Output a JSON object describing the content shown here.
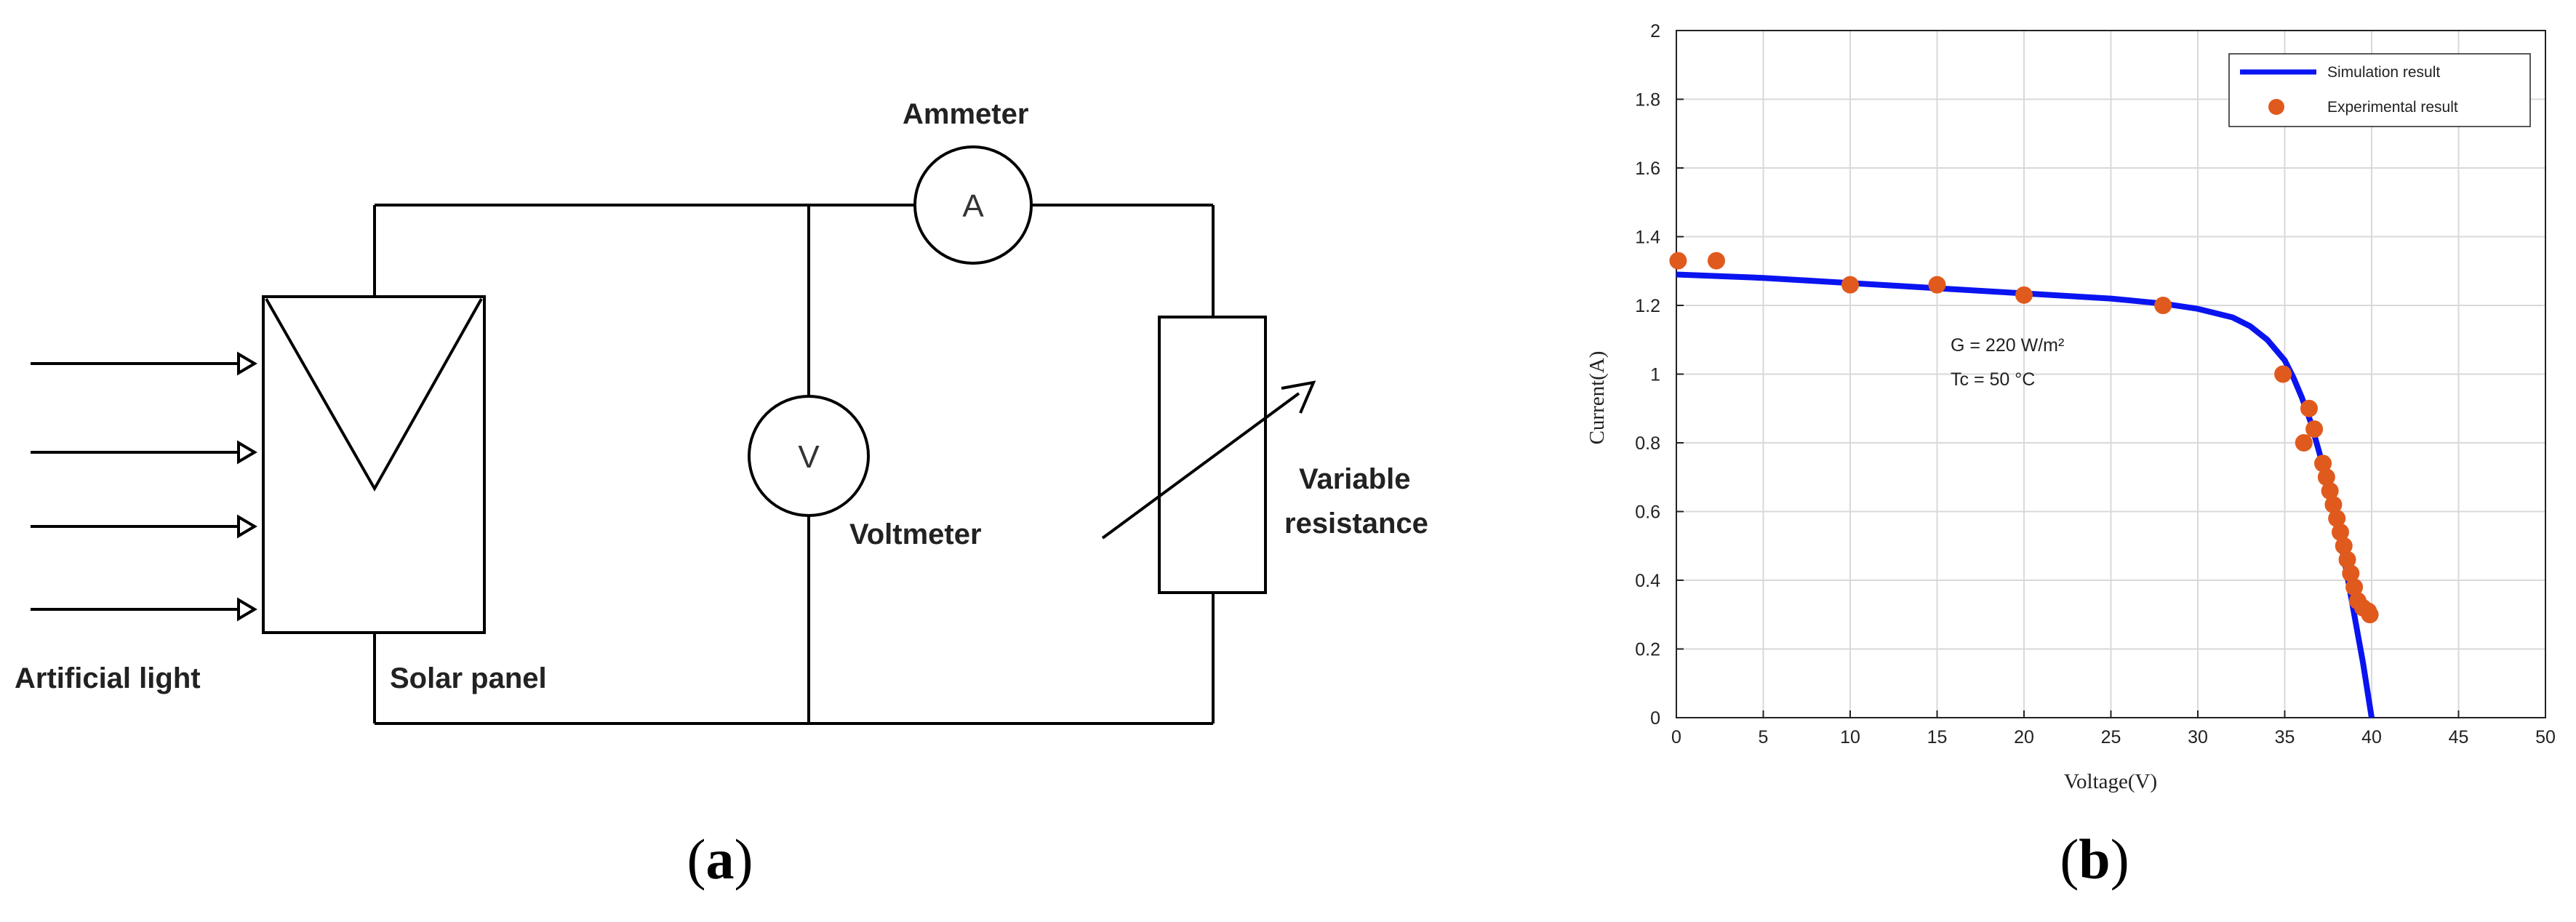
{
  "panel_a": {
    "labels": {
      "ammeter": "Ammeter",
      "voltmeter": "Voltmeter",
      "variable_resistance_line1": "Variable",
      "variable_resistance_line2": "resistance",
      "artificial_light": "Artificial light",
      "solar_panel": "Solar panel"
    },
    "meter_symbols": {
      "ammeter": "A",
      "voltmeter": "V"
    },
    "caption": {
      "open": "(",
      "letter": "a",
      "close": ")"
    }
  },
  "panel_b": {
    "caption": {
      "open": "(",
      "letter": "b",
      "close": ")"
    },
    "annotations": {
      "irradiance": "G = 220 W/m²",
      "temperature": "Tc = 50 °C"
    },
    "colors": {
      "simulation": "#0a14f0",
      "experimental": "#e05a1e",
      "grid": "#d9d9d9"
    }
  },
  "chart_data": {
    "type": "scatter",
    "xlabel": "Voltage(V)",
    "ylabel": "Current(A)",
    "xlim": [
      0,
      50
    ],
    "ylim": [
      0,
      2
    ],
    "xticks": [
      0,
      5,
      10,
      15,
      20,
      25,
      30,
      35,
      40,
      45,
      50
    ],
    "yticks": [
      0,
      0.2,
      0.4,
      0.6,
      0.8,
      1,
      1.2,
      1.4,
      1.6,
      1.8,
      2
    ],
    "ytick_labels": [
      "0",
      "0.2",
      "0.4",
      "0.6",
      "0.8",
      "1",
      "1.2",
      "1.4",
      "1.6",
      "1.8",
      "2"
    ],
    "grid": true,
    "legend_position": "top-right",
    "series": [
      {
        "name": "Simulation result",
        "kind": "line",
        "x": [
          0,
          5,
          10,
          15,
          20,
          25,
          28,
          30,
          32,
          33,
          34,
          35,
          35.5,
          36,
          36.5,
          37,
          37.5,
          38,
          38.5,
          39,
          39.5,
          40
        ],
        "y": [
          1.29,
          1.28,
          1.265,
          1.25,
          1.235,
          1.22,
          1.205,
          1.19,
          1.165,
          1.14,
          1.1,
          1.04,
          0.99,
          0.93,
          0.86,
          0.77,
          0.67,
          0.56,
          0.44,
          0.3,
          0.16,
          0
        ]
      },
      {
        "name": "Experimental result",
        "kind": "scatter",
        "x": [
          0.1,
          2.3,
          10,
          15,
          20,
          28,
          34.9,
          36.1,
          36.4,
          36.7,
          37.2,
          37.4,
          37.6,
          37.8,
          38.0,
          38.2,
          38.4,
          38.6,
          38.8,
          39.0,
          39.2,
          39.5,
          39.8,
          39.9
        ],
        "y": [
          1.33,
          1.33,
          1.26,
          1.26,
          1.23,
          1.2,
          1.0,
          0.8,
          0.9,
          0.84,
          0.74,
          0.7,
          0.66,
          0.62,
          0.58,
          0.54,
          0.5,
          0.46,
          0.42,
          0.38,
          0.34,
          0.32,
          0.31,
          0.3
        ]
      }
    ]
  }
}
